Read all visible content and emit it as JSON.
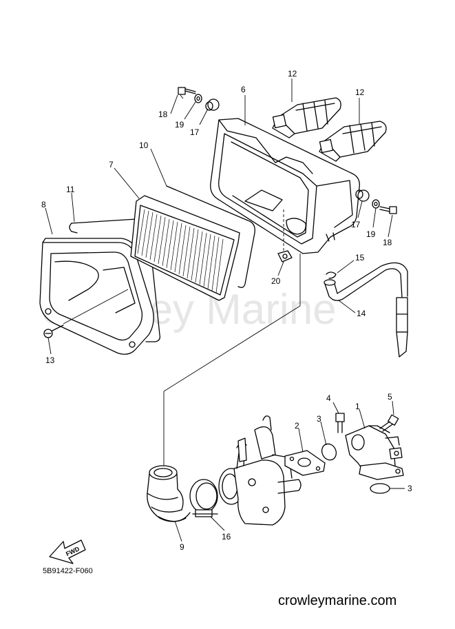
{
  "watermark": "Crowley Marine",
  "diagram_code": "5B91422-F060",
  "site": "crowleymarine.com",
  "direction_label": "FWD",
  "callouts": {
    "p1": "1",
    "p2": "2",
    "p3a": "3",
    "p3b": "3",
    "p4": "4",
    "p5": "5",
    "p6": "6",
    "p7": "7",
    "p8": "8",
    "p9": "9",
    "p10": "10",
    "p11": "11",
    "p12a": "12",
    "p12b": "12",
    "p13": "13",
    "p14": "14",
    "p15": "15",
    "p16": "16",
    "p17a": "17",
    "p17b": "17",
    "p18a": "18",
    "p18b": "18",
    "p19a": "19",
    "p19b": "19",
    "p20": "20"
  }
}
